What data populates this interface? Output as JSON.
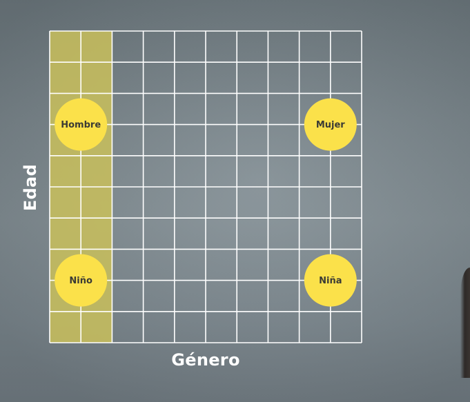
{
  "axes": {
    "x_label": "Género",
    "y_label": "Edad"
  },
  "grid": {
    "columns": 10,
    "rows": 10,
    "highlight_columns": 2,
    "highlight_color": "#c9bf5c",
    "line_color": "#ffffff"
  },
  "markers": [
    {
      "id": "hombre",
      "label": "Hombre",
      "col": 1,
      "row": 3
    },
    {
      "id": "mujer",
      "label": "Mujer",
      "col": 9,
      "row": 3
    },
    {
      "id": "nino",
      "label": "Niño",
      "col": 1,
      "row": 8
    },
    {
      "id": "nina",
      "label": "Niña",
      "col": 9,
      "row": 8
    }
  ],
  "colors": {
    "marker_fill": "#fbe14a",
    "marker_text": "#3b3b35",
    "axis_text": "#ffffff"
  }
}
